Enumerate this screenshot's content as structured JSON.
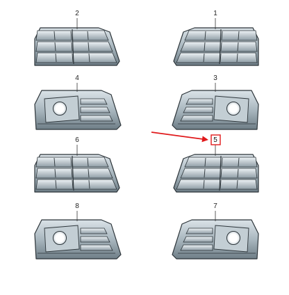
{
  "diagram": {
    "parts": [
      {
        "label": "2",
        "variant": "grille",
        "side": "left"
      },
      {
        "label": "1",
        "variant": "grille",
        "side": "right"
      },
      {
        "label": "4",
        "variant": "foglamp",
        "side": "left"
      },
      {
        "label": "3",
        "variant": "foglamp",
        "side": "right"
      },
      {
        "label": "6",
        "variant": "grille",
        "side": "left"
      },
      {
        "label": "5",
        "variant": "grille",
        "side": "right",
        "highlighted": true
      },
      {
        "label": "8",
        "variant": "foglamp",
        "side": "left"
      },
      {
        "label": "7",
        "variant": "foglamp",
        "side": "right"
      }
    ],
    "highlight": {
      "label": "5",
      "box_color": "#e0191b",
      "arrow_color": "#e0191b"
    },
    "colors": {
      "panel_fill": "#a9b7bf",
      "panel_light": "#d8e1e6",
      "panel_dark": "#6f7e87",
      "outline": "#2b3338",
      "leader": "#333333"
    }
  }
}
